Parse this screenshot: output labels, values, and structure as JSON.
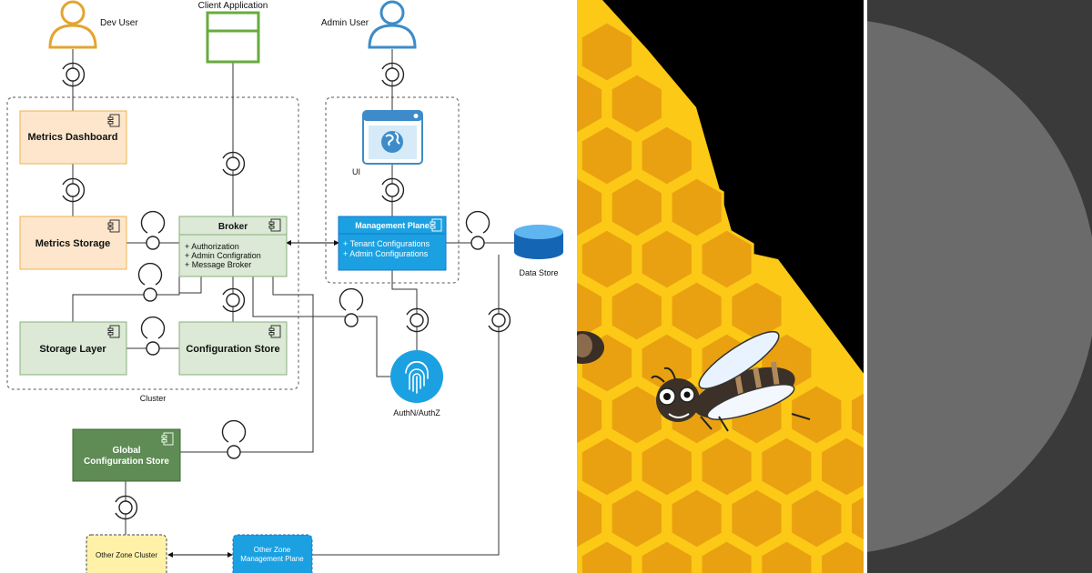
{
  "diagram": {
    "actors": {
      "dev_user": "Dev User",
      "client_application": "Client Application",
      "admin_user": "Admin User"
    },
    "components": {
      "metrics_dashboard": "Metrics Dashboard",
      "metrics_storage": "Metrics Storage",
      "broker": {
        "title": "Broker",
        "items": [
          "+ Authorization",
          "+ Admin Configration",
          "+ Message Broker"
        ]
      },
      "storage_layer": "Storage Layer",
      "configuration_store": "Configuration Store",
      "management_plane": {
        "title": "Management Plane",
        "items": [
          "+ Tenant Configurations",
          "+ Admin Configurations"
        ]
      },
      "global_configuration_store": [
        "Global",
        "Configuration Store"
      ],
      "other_zone_cluster": "Other Zone Cluster",
      "other_zone_management_plane": [
        "Other Zone",
        "Management Plane"
      ]
    },
    "labels": {
      "ui": "UI",
      "data_store": "Data Store",
      "authn_authz": "AuthN/AuthZ",
      "cluster": "Cluster"
    }
  },
  "colors": {
    "orange_fill": "#fde6cc",
    "orange_stroke": "#f0b04e",
    "green_fill": "#dbe9d6",
    "green_stroke": "#87b07a",
    "blue_fill": "#1ba1e2",
    "blue_stroke": "#1677c9",
    "global_fill": "#5e8c54",
    "global_stroke": "#3e6a35",
    "yellow_fill": "#fff2a8",
    "dev_user": "#e2a52f",
    "client_app": "#67ab3d",
    "admin_user": "#3d8cc9",
    "honey": "#fcc917",
    "honey_dark": "#e9a111",
    "panel_black": "#000000",
    "panel_gray": "#3a3a3a",
    "disc_gray": "#6b6b6b"
  },
  "illustrations": {
    "bee_panel": "honeycomb-with-bees",
    "disc_panel": "gray-disc"
  }
}
